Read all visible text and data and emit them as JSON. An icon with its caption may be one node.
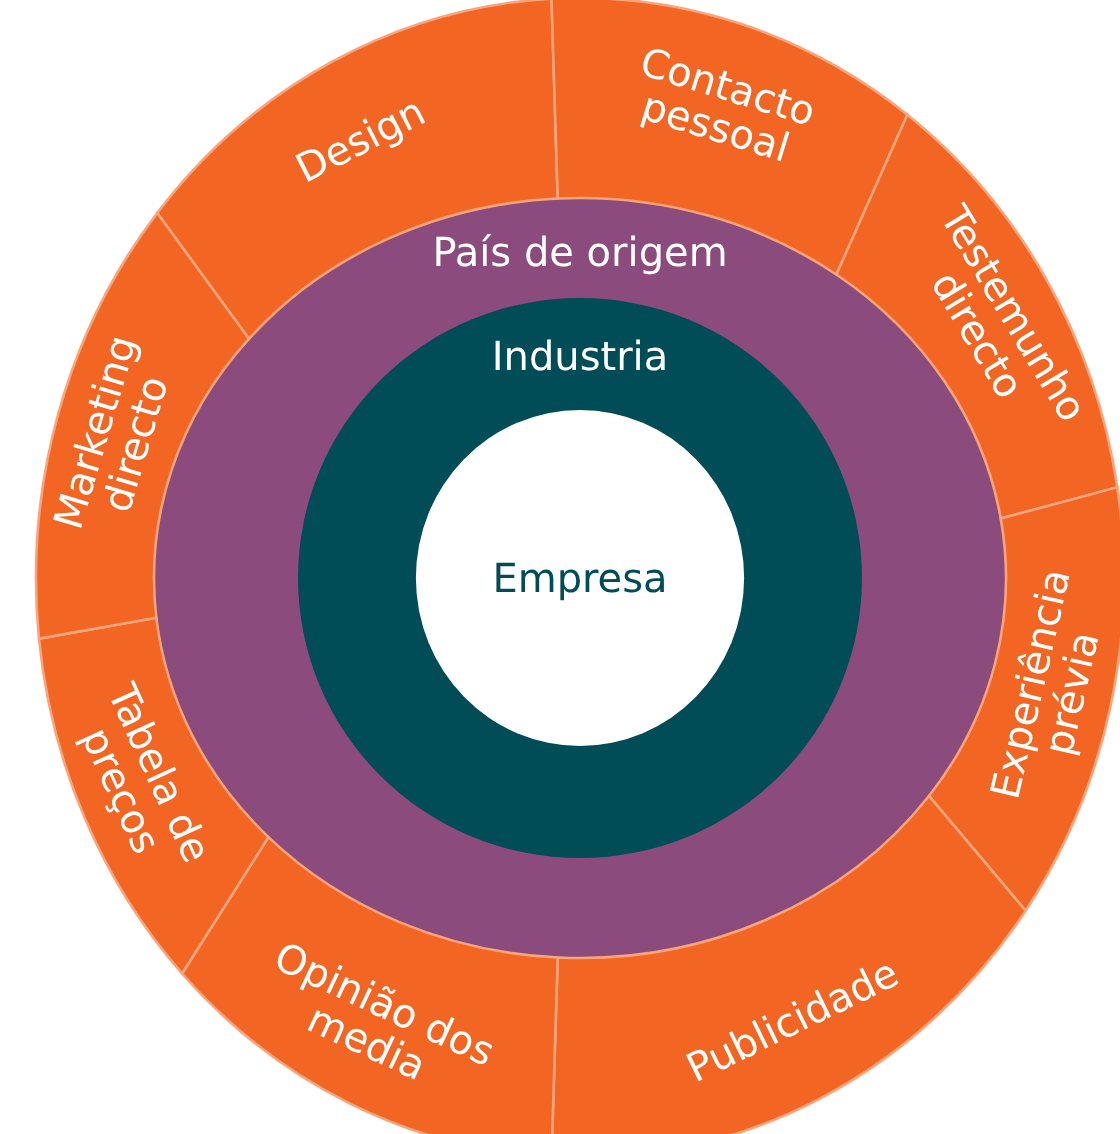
{
  "diagram": {
    "nodes": [
      {
        "text": [
          "País de origem"
        ]
      },
      {
        "text": [
          "Industria"
        ],
        "in": 0
      },
      {
        "text": [
          "Empresa"
        ],
        "in": 1
      },
      {
        "text": [
          "Design"
        ]
      },
      {
        "text": [
          "Contacto pessoal"
        ]
      },
      {
        "text": [
          "Testemunho directo"
        ]
      },
      {
        "text": [
          "Experiência prévia"
        ]
      },
      {
        "text": [
          "Publicidade"
        ]
      },
      {
        "text": [
          "Opinião dos media"
        ]
      },
      {
        "text": [
          "Tabela de preços"
        ]
      },
      {
        "text": [
          "Marketing directo"
        ]
      }
    ]
  }
}
